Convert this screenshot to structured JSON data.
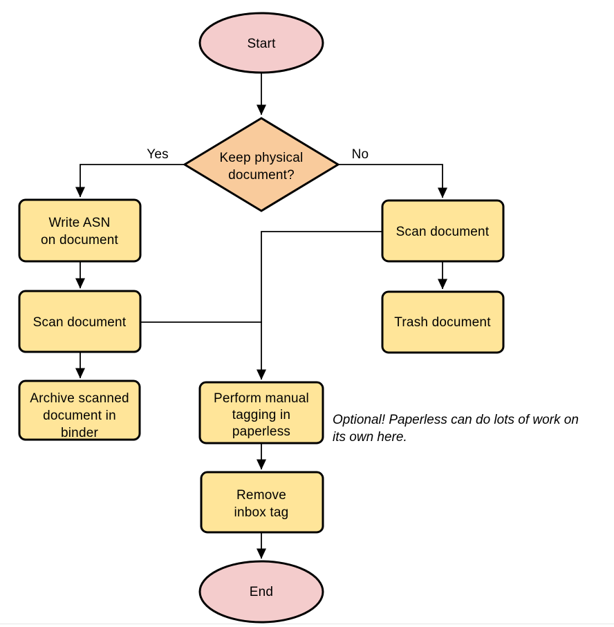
{
  "diagram": {
    "colors": {
      "terminal_fill": "#f4cccc",
      "decision_fill": "#f9cb9c",
      "process_fill": "#ffe599",
      "line": "#000000",
      "background": "#ffffff",
      "bottom_border": "#ececec"
    },
    "nodes": {
      "start": {
        "label": "Start"
      },
      "decision": {
        "lines": [
          "Keep physical",
          "document?"
        ]
      },
      "write_asn": {
        "lines": [
          "Write ASN",
          "on document"
        ]
      },
      "scan_left": {
        "label": "Scan document"
      },
      "archive": {
        "lines": [
          "Archive scanned",
          "document in",
          "binder"
        ]
      },
      "scan_right": {
        "label": "Scan document"
      },
      "trash": {
        "label": "Trash document"
      },
      "tagging": {
        "lines": [
          "Perform manual",
          "tagging in",
          "paperless"
        ]
      },
      "remove_inbox": {
        "lines": [
          "Remove",
          "inbox tag"
        ]
      },
      "end": {
        "label": "End"
      }
    },
    "edge_labels": {
      "yes": "Yes",
      "no": "No"
    },
    "note": {
      "lines": [
        "Optional! Paperless can do lots of work on",
        "its own here."
      ]
    }
  }
}
